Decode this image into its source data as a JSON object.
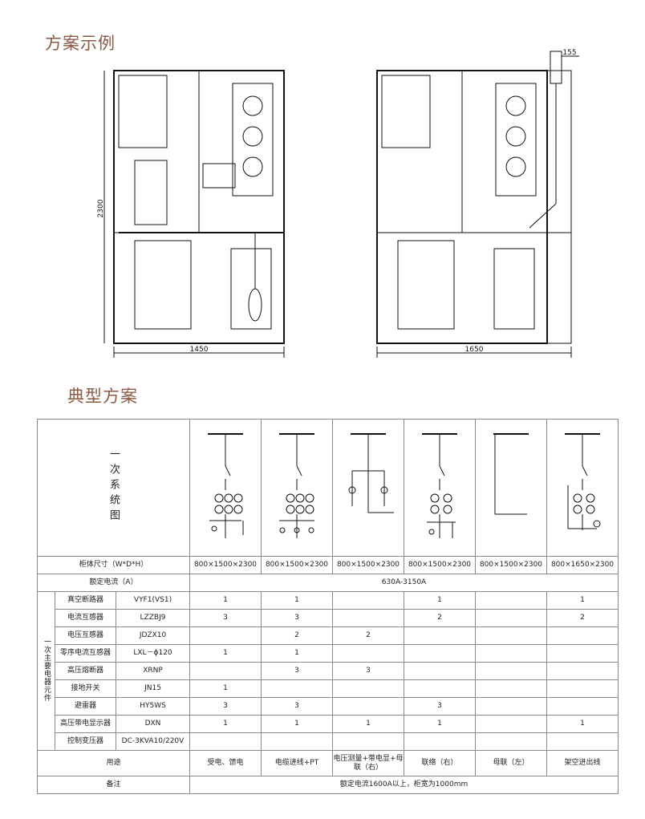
{
  "section1_title": "方案示例",
  "section2_title": "典型方案",
  "drawings": {
    "left_width_label": "1450",
    "left_height_label": "2300",
    "right_width_label": "1650",
    "right_top_label": "155"
  },
  "table": {
    "diagram_row_label": "一次系统图",
    "size_label": "柜体尺寸（W*D*H）",
    "sizes": [
      "800×1500×2300",
      "800×1500×2300",
      "800×1500×2300",
      "800×1500×2300",
      "800×1500×2300",
      "800×1650×2300"
    ],
    "current_label": "额定电流（A）",
    "current_value": "630A-3150A",
    "group_label": "一次主要电器元件",
    "components": [
      {
        "name": "真空断路器",
        "model": "VYF1(VS1)",
        "values": [
          "1",
          "1",
          "",
          "1",
          "",
          "1"
        ]
      },
      {
        "name": "电流互感器",
        "model": "LZZBJ9",
        "values": [
          "3",
          "3",
          "",
          "2",
          "",
          "2"
        ]
      },
      {
        "name": "电压互感器",
        "model": "JDZX10",
        "values": [
          "",
          "2",
          "2",
          "",
          "",
          ""
        ]
      },
      {
        "name": "零序电流互感器",
        "model": "LXL－ϕ120",
        "values": [
          "1",
          "1",
          "",
          "",
          "",
          ""
        ]
      },
      {
        "name": "高压熔断器",
        "model": "XRNP",
        "values": [
          "",
          "3",
          "3",
          "",
          "",
          ""
        ]
      },
      {
        "name": "接地开关",
        "model": "JN15",
        "values": [
          "1",
          "",
          "",
          "",
          "",
          ""
        ]
      },
      {
        "name": "避雷器",
        "model": "HY5WS",
        "values": [
          "3",
          "3",
          "",
          "3",
          "",
          ""
        ]
      },
      {
        "name": "高压带电显示器",
        "model": "DXN",
        "values": [
          "1",
          "1",
          "1",
          "1",
          "",
          "1"
        ]
      },
      {
        "name": "控制变压器",
        "model": "DC-3KVA10/220V",
        "values": [
          "",
          "",
          "",
          "",
          "",
          ""
        ]
      }
    ],
    "usage_label": "用途",
    "usages": [
      "受电、馈电",
      "电缆进线+PT",
      "电压测量+带电显+母联（右）",
      "联络（右）",
      "母联（左）",
      "架空进出线"
    ],
    "note_label": "备注",
    "note_value": "额定电流1600A以上，柜宽为1000mm"
  }
}
